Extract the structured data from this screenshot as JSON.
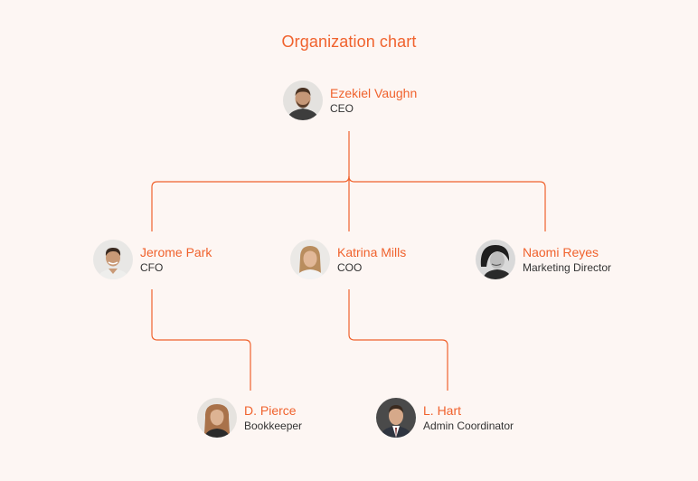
{
  "title": "Organization chart",
  "colors": {
    "accent": "#f0622d",
    "connector": "#f0622d",
    "background": "#fdf6f3",
    "role_text": "#333333"
  },
  "people": {
    "ceo": {
      "name": "Ezekiel Vaughn",
      "role": "CEO"
    },
    "cfo": {
      "name": "Jerome Park",
      "role": "CFO"
    },
    "coo": {
      "name": "Katrina Mills",
      "role": "COO"
    },
    "marketing": {
      "name": "Naomi Reyes",
      "role": "Marketing Director"
    },
    "bookkeeper": {
      "name": "D. Pierce",
      "role": "Bookkeeper"
    },
    "admin": {
      "name": "L. Hart",
      "role": "Admin Coordinator"
    }
  },
  "hierarchy": [
    {
      "manager": "Ezekiel Vaughn",
      "reports": [
        "Jerome Park",
        "Katrina Mills",
        "Naomi Reyes"
      ]
    },
    {
      "manager": "Jerome Park",
      "reports": [
        "D. Pierce"
      ]
    },
    {
      "manager": "Katrina Mills",
      "reports": [
        "L. Hart"
      ]
    }
  ]
}
